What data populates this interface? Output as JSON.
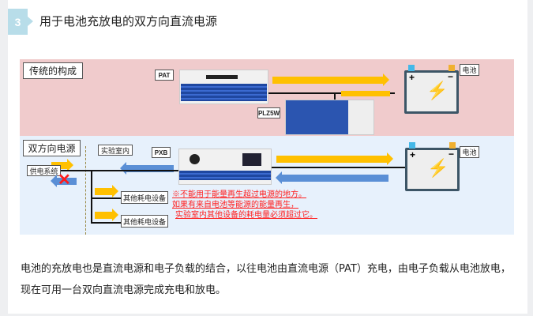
{
  "section": {
    "number": "3",
    "title": "用于电池充放电的双方向直流电源"
  },
  "diagram": {
    "traditional": {
      "label": "传统的构成",
      "pat": "PAT",
      "plz": "PLZ5W",
      "battery": "电池"
    },
    "bidirectional": {
      "label": "双方向电源",
      "lab": "实验室内",
      "pxb": "PXB",
      "grid": "供电系统",
      "battery": "电池",
      "load1": "其他耗电设备",
      "load2": "其他耗电设备",
      "notes": [
        "※不能用于能量再生超过电源的地方。",
        "如果有来自电池等能源的能量再生，",
        "实验室内其他设备的耗电量必须超过它。"
      ]
    }
  },
  "paragraph": "电池的充放电也是直流电源和电子负载的结合，以往电池由直流电源（PAT）充电，由电子负载从电池放电，现在可用一台双向直流电源完成充电和放电。",
  "colors": {
    "accent": "#b8dde9",
    "pink": "#f0cbcc",
    "blue": "#e7f1fc",
    "yellow": "#ffc000",
    "arrowBlue": "#5a8fd6"
  }
}
